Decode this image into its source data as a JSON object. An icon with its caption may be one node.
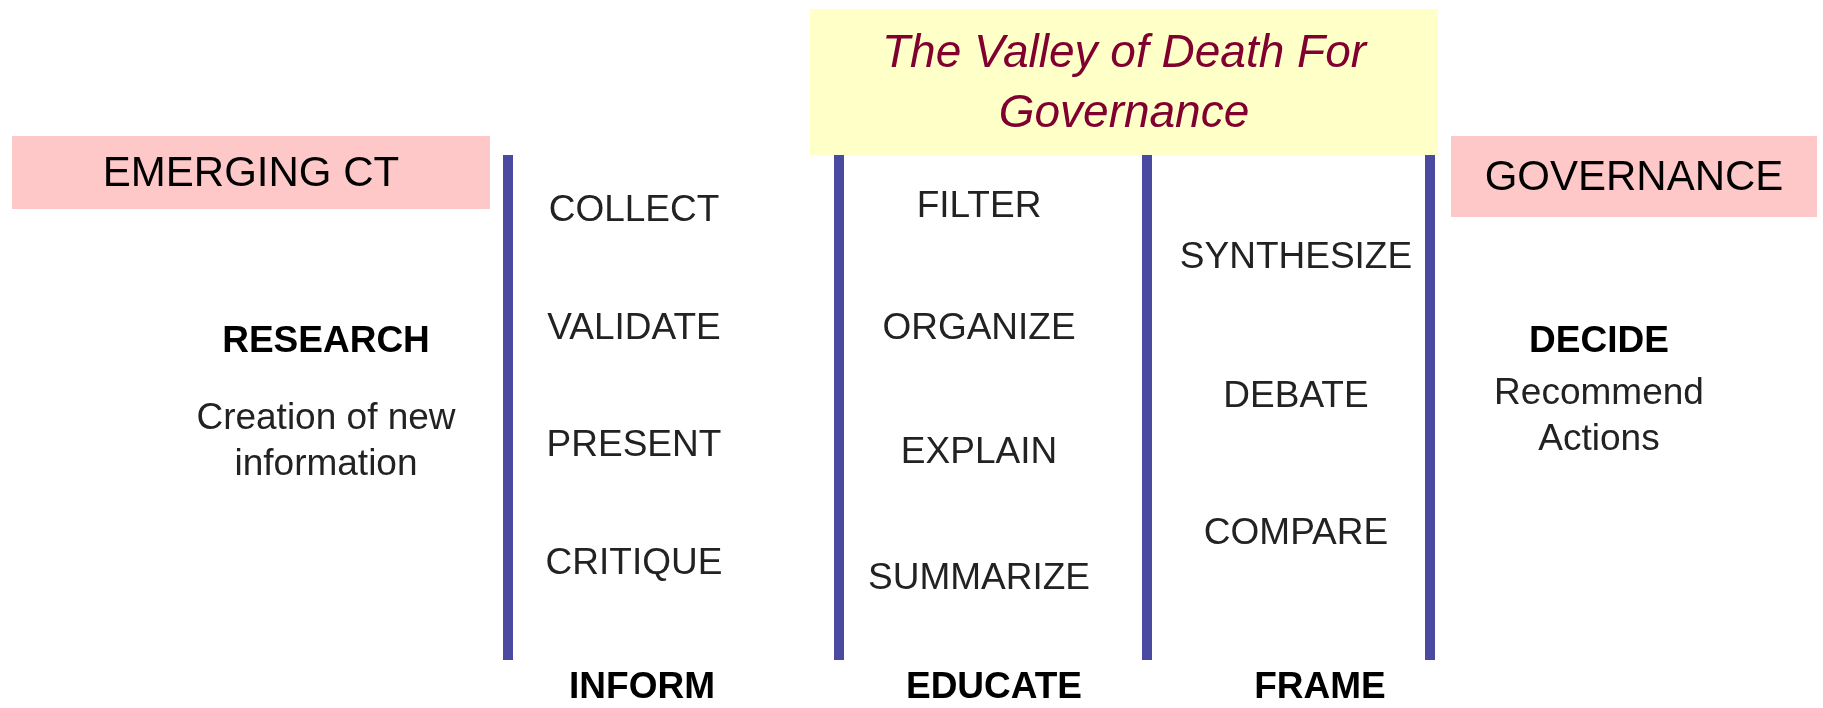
{
  "diagram": {
    "nodes": [
      {
        "text": [
          "The Valley of Death For Governance"
        ]
      },
      {
        "text": [
          "EMERGING CT"
        ]
      },
      {
        "text": [
          "GOVERNANCE"
        ]
      }
    ],
    "labels": [
      "RESEARCH",
      "Creation of new information",
      "COLLECT",
      "VALIDATE",
      "PRESENT",
      "CRITIQUE",
      "FILTER",
      "ORGANIZE",
      "EXPLAIN",
      "SUMMARIZE",
      "SYNTHESIZE",
      "DEBATE",
      "COMPARE",
      "DECIDE",
      "Recommend Actions",
      "INFORM",
      "EDUCATE",
      "FRAME"
    ]
  }
}
